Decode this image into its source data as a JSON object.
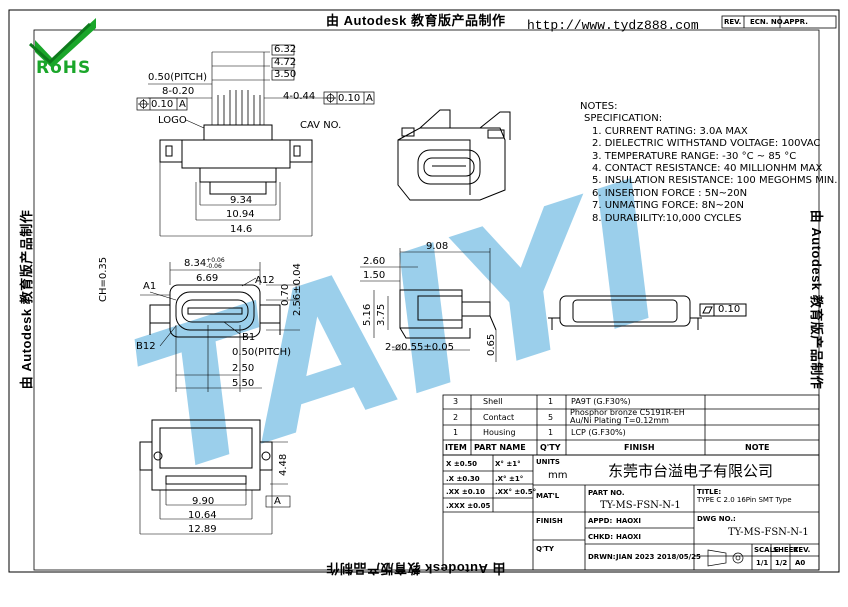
{
  "watermark": {
    "top": "由 Autodesk 教育版产品制作",
    "bottom": "由 Autodesk 教育版产品制作",
    "left": "由 Autodesk 教育版产品制作",
    "right": "由 Autodesk 教育版产品制作"
  },
  "logo": {
    "rohs": "RoHS",
    "brand": "TAIYI"
  },
  "url": "http://www.tydz888.com",
  "revision_header": [
    "REV.",
    "ECN. NO.",
    "APPR."
  ],
  "notes": {
    "title": "NOTES:",
    "subtitle": "SPECIFICATION:",
    "items": [
      "1. CURRENT RATING: 3.0A MAX",
      "2. DIELECTRIC WITHSTAND VOLTAGE: 100VAC",
      "3. TEMPERATURE RANGE: -30 °C ~ 85 °C",
      "4. CONTACT RESISTANCE: 40 MILLIONHM MAX",
      "5. INSULATION RESISTANCE: 100 MEGOHMS MIN.",
      "6.  INSERTION  FORCE : 5N~20N",
      "7.  UNMATING  FORCE: 8N~20N",
      "8.  DURABILITY:10,000  CYCLES"
    ]
  },
  "top_view": {
    "d632": "6.32",
    "d472": "4.72",
    "d350": "3.50",
    "pitch": "0.50(PITCH)",
    "pins": "8-0.20",
    "d044": "4-0.44",
    "tol_left": "0.10",
    "datum_left": "A",
    "tol_right": "0.10",
    "datum_right": "A",
    "logo": "LOGO",
    "cav": "CAV  NO.",
    "d934": "9.34",
    "d1094": "10.94",
    "d146": "14.6"
  },
  "front_view": {
    "d834": "8.34",
    "d834_tol_plus": "+0.06",
    "d834_tol_minus": "-0.06",
    "d669": "6.69",
    "a1": "A1",
    "a12": "A12",
    "b1": "B1",
    "b12": "B12",
    "ch": "CH=0.35",
    "d070": "0.70",
    "d256": "2.56±0.04",
    "pitch": "0.50(PITCH)",
    "d250": "2.50",
    "d550": "5.50"
  },
  "side_view": {
    "d908": "9.08",
    "d260": "2.60",
    "d150": "1.50",
    "d516": "5.16",
    "d375": "3.75",
    "d065": "0.65",
    "holes": "2-ø0.55±0.05"
  },
  "end_view": {
    "flatness": "0.10"
  },
  "bottom_view": {
    "d448": "4.48",
    "d990": "9.90",
    "d1064": "10.64",
    "d1289": "12.89",
    "datum": "A"
  },
  "bom": {
    "headers": [
      "ITEM",
      "PART  NAME",
      "Q'TY",
      "FINISH",
      "NOTE"
    ],
    "rows": [
      {
        "item": "3",
        "part": "Shell",
        "qty": "1",
        "finish": [
          "PA9T (G.F30%)"
        ]
      },
      {
        "item": "2",
        "part": "Contact",
        "qty": "5",
        "finish": [
          "Phosphor  bronze  C5191R-EH",
          "Au/Ni  Plating   T=0.12mm"
        ]
      },
      {
        "item": "1",
        "part": "Housing",
        "qty": "1",
        "finish": [
          "LCP (G.F30%)"
        ]
      }
    ]
  },
  "title_block": {
    "tolerances": [
      "X  ±0.50",
      ".X  ±0.30",
      ".XX  ±0.10",
      ".XXX  ±0.05",
      "X°  ±1°",
      ".X°  ±1°",
      ".XX°  ±0.5°"
    ],
    "units_label": "UNITS",
    "units": "mm",
    "matl": "MAT'L",
    "finish": "FINISH",
    "qty": "Q'TY",
    "company": "东莞市台溢电子有限公司",
    "part_no_label": "PART NO.",
    "part_no": "TY-MS-FSN-N-1",
    "title_label": "TITLE:",
    "title_line1": "TYPE C 2.0 16Pin  SMT Type",
    "dwg_no_label": "DWG NO.:",
    "dwg_no": "TY-MS-FSN-N-1",
    "appd_label": "APPD:",
    "appd": "HAOXI",
    "chkd_label": "CHKD:",
    "chkd": "HAOXI",
    "drwn_label": "DRWN:",
    "drwn": "JIAN 2023 2018/05/25",
    "scale_label": "SCALE",
    "sheet_label": "SHEET",
    "rev_label": "REV.",
    "scale": "1/1",
    "sheet": "1/2",
    "rev": "A0"
  }
}
